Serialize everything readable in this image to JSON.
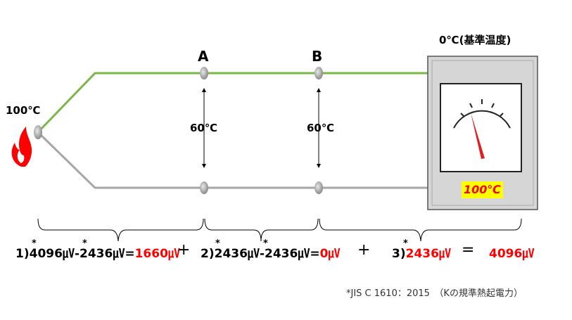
{
  "hot_junction_temp": "100℃",
  "reference_label": "0℃(基準温度)",
  "point_a": "A",
  "point_b": "B",
  "span_a_temp": "60℃",
  "span_b_temp": "60℃",
  "meter_display": "100℃",
  "star": "*",
  "formula1": {
    "prefix": "1)",
    "a": "4096㎶",
    "minus": "-",
    "b": "2436㎶",
    "eq": "=",
    "result": "1660㎶"
  },
  "formula2": {
    "prefix": "2)",
    "a": "2436㎶",
    "minus": "-",
    "b": "2436㎶",
    "eq": "=",
    "result": "0㎶"
  },
  "formula3": {
    "prefix": "3)",
    "a": "2436㎶"
  },
  "plus": "+",
  "equals": "=",
  "total": "4096㎶",
  "footnote": "*JIS C 1610：2015　（Kの規準熱起電力）",
  "colors": {
    "positive_wire": "#7ab648",
    "negative_wire": "#a6a6a6",
    "emphasis": "#ff0000",
    "display_bg": "#ffff00"
  }
}
